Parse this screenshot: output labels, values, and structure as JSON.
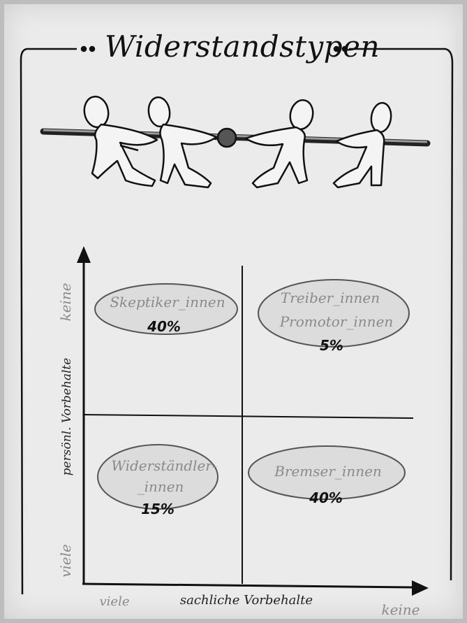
{
  "title": "Widerstandstypen",
  "axes": {
    "y_label": "persönl. Vorbehalte",
    "y_top": "keine",
    "y_bottom": "viele",
    "x_label": "sachliche Vorbehalte",
    "x_left": "viele",
    "x_right": "keine"
  },
  "quadrants": {
    "top_left": {
      "name": "Skeptiker_innen",
      "percent": "40%"
    },
    "top_right": {
      "name_line1": "Treiber_innen",
      "name_line2": "Promotor_innen",
      "percent": "5%"
    },
    "bottom_left": {
      "name_line1": "Widerständler-",
      "name_line2": "_innen",
      "percent": "15%"
    },
    "bottom_right": {
      "name": "Bremser_innen",
      "percent": "40%"
    }
  },
  "colors": {
    "ink": "#111111",
    "ellipse_fill": "#dcdcdc",
    "grey_text": "#8a8a8a"
  }
}
